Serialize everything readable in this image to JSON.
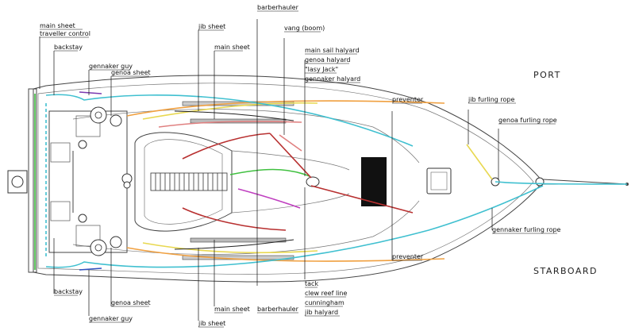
{
  "orientation": {
    "port": "PORT",
    "starboard": "STARBOARD"
  },
  "labels_top": {
    "main_sheet_traveller_1": "main sheet",
    "main_sheet_traveller_2": "traveller control",
    "backstay": "backstay",
    "gennaker_guy": "gennaker guy",
    "genoa_sheet": "genoa sheet",
    "jib_sheet": "jib sheet",
    "main_sheet": "main sheet",
    "barberhauler": "barberhauler",
    "vang": "vang (boom)",
    "halyard_1": "main sail halyard",
    "halyard_2": "genoa halyard",
    "halyard_3": "\"lasy Jack\"",
    "halyard_4": "gennaker halyard",
    "preventer": "preventer",
    "jib_furling": "jib furling rope",
    "genoa_furling": "genoa furling rope"
  },
  "labels_bottom": {
    "gennaker_furling": "gennaker furling rope",
    "preventer": "preventer",
    "backstay": "backstay",
    "genoa_sheet": "genoa sheet",
    "gennaker_guy": "gennaker guy",
    "main_sheet": "main sheet",
    "jib_sheet": "jib sheet",
    "barberhauler": "barberhauler",
    "tack_1": "tack",
    "tack_2": "clew reef line",
    "tack_3": "cunningham",
    "tack_4": "jib halyard"
  },
  "line_colors": {
    "orange": "#f0a040",
    "yellow": "#e8d850",
    "cyan": "#40c0d0",
    "green": "#40c040",
    "red": "#b83030",
    "magenta": "#c040c0",
    "purple": "#7a3ab0",
    "pink": "#e08080",
    "blue": "#3050c0",
    "hull": "#444444"
  }
}
